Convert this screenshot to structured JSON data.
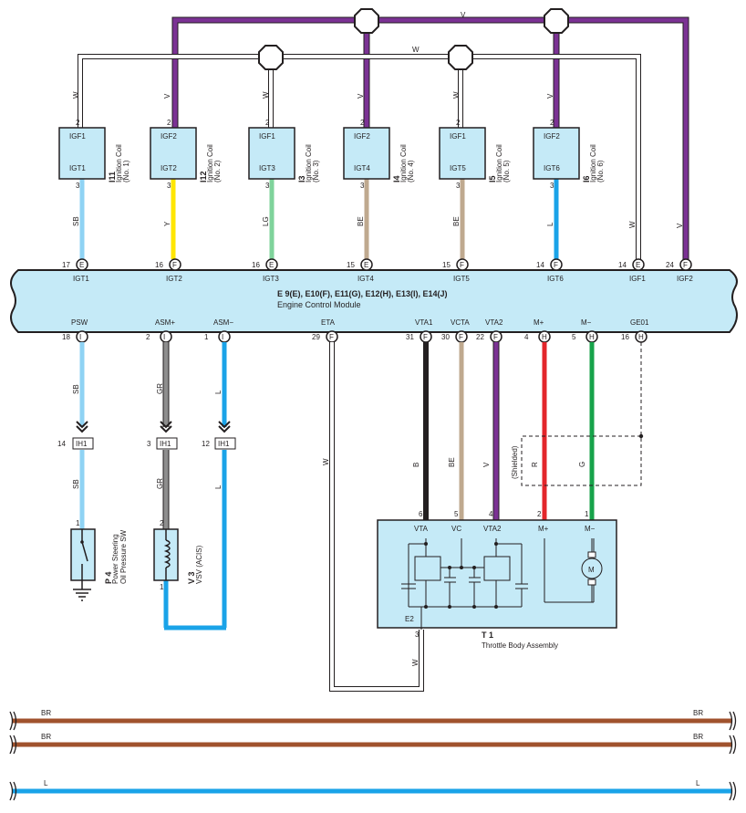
{
  "colors": {
    "V": "#7b3294",
    "W": "#ffffff",
    "SB": "#8fd3f4",
    "Y": "#ffe600",
    "LG": "#7fd39b",
    "BE": "#bfa98f",
    "L": "#1aa3e8",
    "GR": "#8e8e8e",
    "B": "#231f20",
    "R": "#e3262b",
    "G": "#17a34a",
    "BR": "#a0522d",
    "component_fill": "#c5eaf7",
    "ecm_fill": "#c5eaf7"
  },
  "top_bus": {
    "v_label": "V",
    "w_label": "W"
  },
  "coils": [
    {
      "ref": "I11",
      "name1": "Ignition Coil",
      "name2": "(No. 1)",
      "top_pin": "IGF1",
      "bot_pin": "IGT1",
      "pin_top_no": "2",
      "pin_bot_no": "3",
      "in_wire": "W",
      "out_wire": "SB"
    },
    {
      "ref": "I12",
      "name1": "Ignition Coil",
      "name2": "(No. 2)",
      "top_pin": "IGF2",
      "bot_pin": "IGT2",
      "pin_top_no": "2",
      "pin_bot_no": "3",
      "in_wire": "V",
      "out_wire": "Y"
    },
    {
      "ref": "I3",
      "name1": "Ignition Coil",
      "name2": "(No. 3)",
      "top_pin": "IGF1",
      "bot_pin": "IGT3",
      "pin_top_no": "2",
      "pin_bot_no": "3",
      "in_wire": "W",
      "out_wire": "LG"
    },
    {
      "ref": "I4",
      "name1": "Ignition Coil",
      "name2": "(No. 4)",
      "top_pin": "IGF2",
      "bot_pin": "IGT4",
      "pin_top_no": "2",
      "pin_bot_no": "3",
      "in_wire": "V",
      "out_wire": "BE"
    },
    {
      "ref": "I5",
      "name1": "Ignition Coil",
      "name2": "(No. 5)",
      "top_pin": "IGF1",
      "bot_pin": "IGT5",
      "pin_top_no": "2",
      "pin_bot_no": "3",
      "in_wire": "W",
      "out_wire": "BE"
    },
    {
      "ref": "I6",
      "name1": "Ignition Coil",
      "name2": "(No. 6)",
      "top_pin": "IGF2",
      "bot_pin": "IGT6",
      "pin_top_no": "2",
      "pin_bot_no": "3",
      "in_wire": "V",
      "out_wire": "L"
    }
  ],
  "ecm": {
    "connectors": "E 9(E), E10(F), E11(G), E12(H), E13(I), E14(J)",
    "name": "Engine Control Module",
    "top_pins": [
      {
        "num": "17",
        "conn": "E",
        "name": "IGT1"
      },
      {
        "num": "16",
        "conn": "F",
        "name": "IGT2"
      },
      {
        "num": "16",
        "conn": "E",
        "name": "IGT3"
      },
      {
        "num": "15",
        "conn": "E",
        "name": "IGT4"
      },
      {
        "num": "15",
        "conn": "F",
        "name": "IGT5"
      },
      {
        "num": "14",
        "conn": "F",
        "name": "IGT6"
      },
      {
        "num": "14",
        "conn": "E",
        "name": "IGF1"
      },
      {
        "num": "24",
        "conn": "F",
        "name": "IGF2"
      }
    ],
    "bottom_pins": [
      {
        "num": "18",
        "conn": "I",
        "name": "PSW"
      },
      {
        "num": "2",
        "conn": "I",
        "name": "ASM+"
      },
      {
        "num": "1",
        "conn": "I",
        "name": "ASM−"
      },
      {
        "num": "29",
        "conn": "F",
        "name": "ETA"
      },
      {
        "num": "31",
        "conn": "F",
        "name": "VTA1"
      },
      {
        "num": "30",
        "conn": "F",
        "name": "VCTA"
      },
      {
        "num": "22",
        "conn": "F",
        "name": "VTA2"
      },
      {
        "num": "4",
        "conn": "H",
        "name": "M+"
      },
      {
        "num": "5",
        "conn": "H",
        "name": "M−"
      },
      {
        "num": "16",
        "conn": "H",
        "name": "GE01"
      }
    ],
    "right_w_label": "W",
    "right_v_label": "V"
  },
  "left_circuits": {
    "psw": {
      "upper_wire": "SB",
      "lower_wire": "SB",
      "ih_num": "14",
      "ih": "IH1",
      "dev_pin": "1"
    },
    "asm_plus": {
      "upper_wire": "GR",
      "lower_wire": "GR",
      "ih_num": "3",
      "ih": "IH1",
      "dev_pin": "2"
    },
    "asm_minus": {
      "upper_wire": "L",
      "lower_wire": "L",
      "ih_num": "12",
      "ih": "IH1",
      "dev_pin": "1"
    },
    "p4": {
      "ref": "P 4",
      "name1": "Power Steering",
      "name2": "Oil Pressure SW"
    },
    "v3": {
      "ref": "V 3",
      "name1": "VSV (ACIS)",
      "pin_bottom": "1"
    }
  },
  "throttle": {
    "eta_wire": "W",
    "wires": [
      {
        "label": "B",
        "pin": "6"
      },
      {
        "label": "BE",
        "pin": "5"
      },
      {
        "label": "V",
        "pin": "4"
      },
      {
        "label": "R",
        "pin": "2"
      },
      {
        "label": "G",
        "pin": "1"
      }
    ],
    "shielded": "(Shielded)",
    "pins": [
      "VTA",
      "VC",
      "VTA2",
      "M+",
      "M−"
    ],
    "e2": "E2",
    "e2_pin": "3",
    "return_wire": "W",
    "motor": "M",
    "ref": "T 1",
    "name": "Throttle Body Assembly"
  },
  "bottom_lines": [
    {
      "label": "BR"
    },
    {
      "label": "BR"
    },
    {
      "label": "L"
    }
  ]
}
